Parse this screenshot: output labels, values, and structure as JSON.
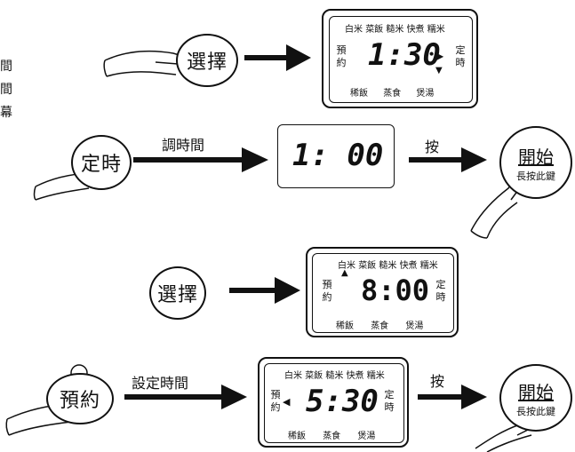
{
  "left_edge_text": [
    "間",
    "間",
    "幕"
  ],
  "steps": [
    {
      "button": "選擇",
      "display": {
        "modes_top": [
          "白米",
          "菜飯",
          "糙米",
          "快煮",
          "糯米"
        ],
        "left_label": "預約",
        "time": "1:30",
        "right_label": "定時",
        "modes_bottom": [
          "稀飯",
          "蒸食",
          "煲湯"
        ]
      }
    },
    {
      "button": "定時",
      "arrow_label": "調時間",
      "display_time": "1: 00",
      "next_label": "按",
      "start_button": {
        "top": "開始",
        "bottom": "長按此鍵"
      }
    },
    {
      "button": "選擇",
      "display": {
        "modes_top": [
          "白米",
          "菜飯",
          "糙米",
          "快煮",
          "糯米"
        ],
        "left_label": "預約",
        "time": "8:00",
        "right_label": "定時",
        "modes_bottom": [
          "稀飯",
          "蒸食",
          "煲湯"
        ]
      }
    },
    {
      "button": "預約",
      "arrow_label": "設定時間",
      "display": {
        "modes_top": [
          "白米",
          "菜飯",
          "糙米",
          "快煮",
          "糯米"
        ],
        "left_label": "預約",
        "time": "5:30",
        "right_label": "定時",
        "modes_bottom": [
          "稀飯",
          "蒸食",
          "煲湯"
        ]
      },
      "next_label": "按",
      "start_button": {
        "top": "開始",
        "bottom": "長按此鍵"
      }
    }
  ]
}
